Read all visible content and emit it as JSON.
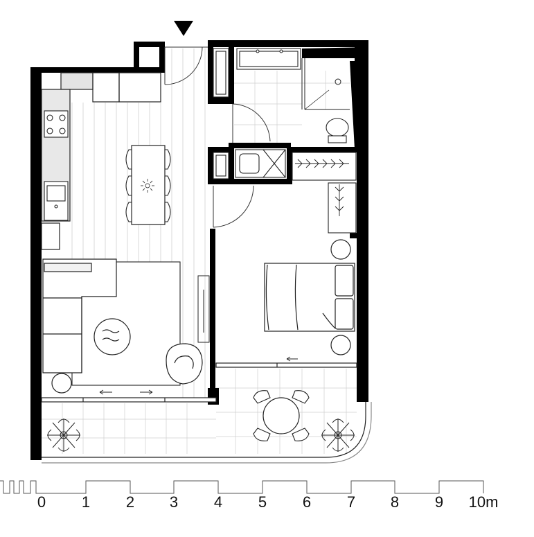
{
  "scale_bar": {
    "labels": [
      "0",
      "1",
      "2",
      "3",
      "4",
      "5",
      "6",
      "7",
      "8",
      "9",
      "10m"
    ]
  },
  "entry_marker": {
    "icon": "entry-arrow-icon"
  },
  "colors": {
    "wall": "#000000",
    "line": "#222222",
    "fine_line": "#9a9a9a",
    "background": "#ffffff"
  }
}
